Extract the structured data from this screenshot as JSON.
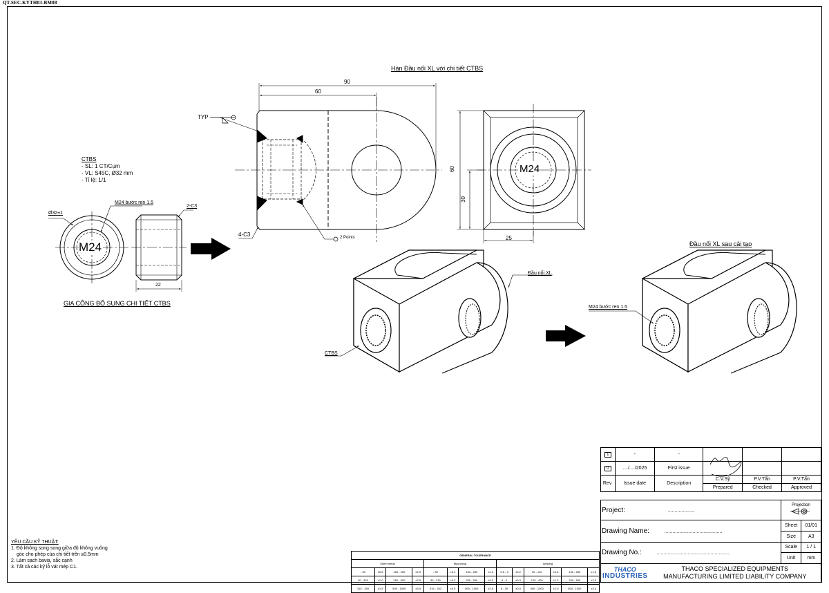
{
  "document_code": "QT.SEC.KYTH03-BM08",
  "views": {
    "top_title": "Hàn Đầu nối XL với chi tiết CTBS",
    "dim_90": "90",
    "dim_60_top": "60",
    "typ_label": "TYP",
    "chamfer_4c3": "4-C3",
    "points_label": "2 Points",
    "dim_60_side": "60",
    "dim_30": "30",
    "dim_25": "25",
    "thread_center": "M24"
  },
  "ctbs": {
    "heading": "CTBS",
    "lines": [
      "- SL: 1 CT/Cụm",
      "- VL: S45C, Ø32 mm",
      "- Tỉ lệ: 1/1"
    ],
    "dia_label": "Ø32±1",
    "thread_label": "M24 bước ren 1.5",
    "thread_center": "M24",
    "chamfer_label": "2-C3",
    "length_label": "22",
    "section_title": "GIA CÔNG BỔ SUNG CHI TIẾT CTBS"
  },
  "iso_before": {
    "label_part": "Đầu nối XL",
    "label_ctbs": "CTBS"
  },
  "iso_after": {
    "title": "Đầu nối XL sau cải tạo",
    "thread_label": "M24 bước ren 1.5"
  },
  "requirements": {
    "heading": "YÊU CẦU KỸ THUẬT:",
    "items": [
      "1. Độ không song song giữa độ không vuông",
      "   góc cho phép của chi tiết trên ≤0.5mm",
      "2. Làm sạch bavia, sắc cạnh",
      "3. Tất cả các kỹ lỗ vát mép C1."
    ]
  },
  "tolerance": {
    "title": "GENERAL TOLERANCE",
    "groups": [
      "Sheet metal",
      "Machining",
      "Welding"
    ],
    "rows": [
      [
        "- 30",
        "±0.5",
        "150 - 250",
        "±2.0",
        "- 30",
        "±0.2",
        "150 - 250",
        "±1.2",
        "0.5 - 3",
        "±0.2",
        "30 - 120",
        "±0.6",
        "150 - 250",
        "±1.6"
      ],
      [
        "30 - 315",
        "±1.0",
        "250 - 500",
        "±2.5",
        "30 - 315",
        "±0.3",
        "250 - 500",
        "±2.0",
        "3 - 6",
        "±0.3",
        "120 - 400",
        "±1.2",
        "250 - 500",
        "±2.0"
      ],
      [
        "315 - 150",
        "±1.5",
        "500 - 1000",
        "±3.0",
        "315 - 150",
        "±0.5",
        "500 - 1000",
        "±2.5",
        "6 - 30",
        "±0.5",
        "400 - 1000",
        "±2.0",
        "500 - 1000",
        "±3.0"
      ]
    ]
  },
  "title_block": {
    "rev_rows": [
      {
        "rev": "1",
        "date": "-",
        "desc": "-"
      },
      {
        "rev": "0",
        "date": "..../..../2025",
        "desc": "First issue"
      }
    ],
    "header": {
      "rev": "Rev.",
      "date": "Issue date",
      "desc": "Description"
    },
    "names": {
      "prepared": "C.V.Sỹ",
      "checked": "P.V.Tấn",
      "approved": "P.V.Tấn"
    },
    "roles": {
      "prepared": "Prepared",
      "checked": "Checked",
      "approved": "Approved"
    },
    "project_label": "Project:",
    "project_value": "....................",
    "projection_label": "Projection",
    "drawing_name_label": "Drawing Name:",
    "drawing_name_value": "...........................................",
    "drawing_no_label": "Drawing No.:",
    "drawing_no_value": "......................................................",
    "sheet_label": "Sheet",
    "sheet_value": "01/01",
    "size_label": "Size",
    "size_value": "A3",
    "scale_label": "Scale",
    "scale_value": "1 / 1",
    "unit_label": "Unit",
    "unit_value": "mm",
    "logo_top": "THACO",
    "logo_bottom": "INDUSTRIES",
    "company_line1": "THACO SPECIALIZED EQUIPMENTS",
    "company_line2": "MANUFACTURING LIMITED LIABILITY COMPANY"
  }
}
